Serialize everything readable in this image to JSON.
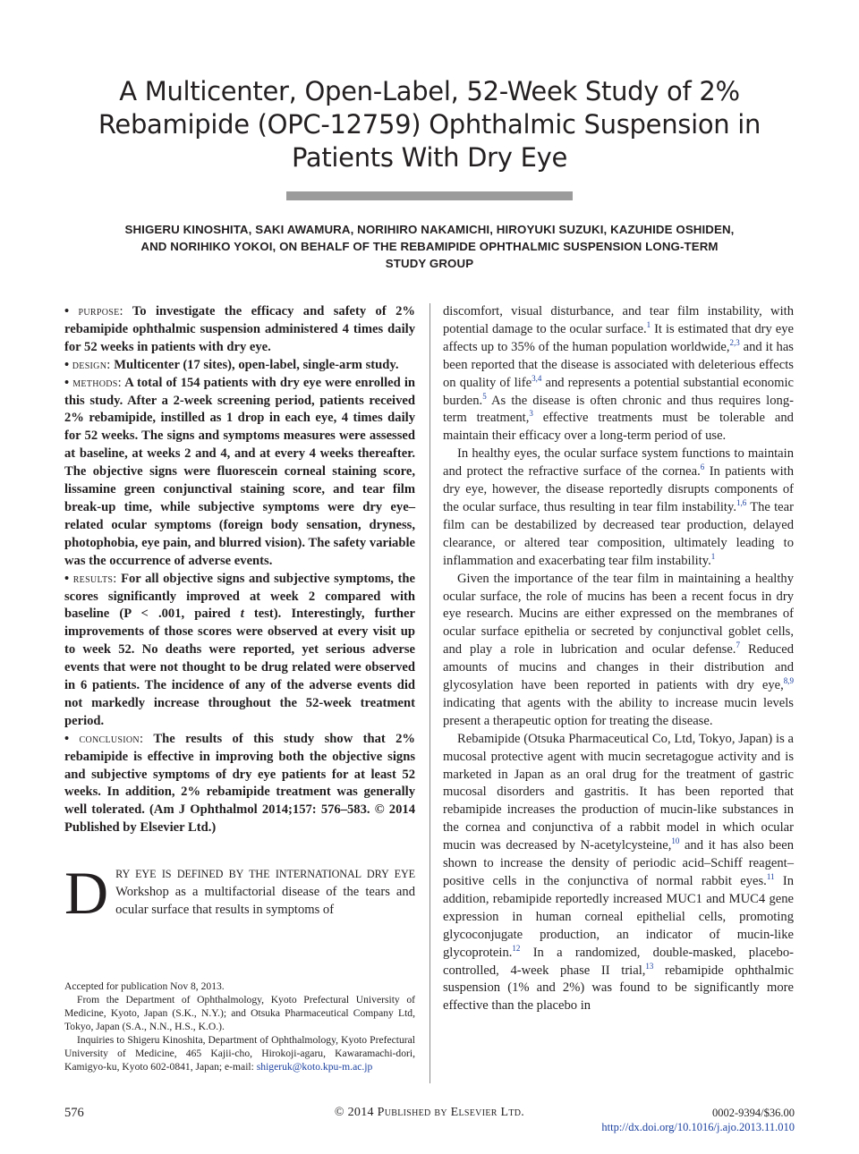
{
  "title_lines": [
    "A Multicenter, Open-Label, 52-Week Study of 2%",
    "Rebamipide (OPC-12759) Ophthalmic Suspension in",
    "Patients With Dry Eye"
  ],
  "authors_lines": [
    "SHIGERU KINOSHITA, SAKI AWAMURA, NORIHIRO NAKAMICHI, HIROYUKI SUZUKI, KAZUHIDE OSHIDEN,",
    "AND NORIHIKO YOKOI, ON BEHALF OF THE REBAMIPIDE OPHTHALMIC SUSPENSION LONG-TERM",
    "STUDY GROUP"
  ],
  "abstract": {
    "purpose_label": "purpose:",
    "purpose_text": "To investigate the efficacy and safety of 2% rebamipide ophthalmic suspension administered 4 times daily for 52 weeks in patients with dry eye.",
    "design_label": "design:",
    "design_text": "Multicenter (17 sites), open-label, single-arm study.",
    "methods_label": "methods:",
    "methods_text": "A total of 154 patients with dry eye were enrolled in this study. After a 2-week screening period, patients received 2% rebamipide, instilled as 1 drop in each eye, 4 times daily for 52 weeks. The signs and symptoms measures were assessed at baseline, at weeks 2 and 4, and at every 4 weeks thereafter. The objective signs were fluorescein corneal staining score, lissamine green conjunctival staining score, and tear film break-up time, while subjective symptoms were dry eye–related ocular symptoms (foreign body sensation, dryness, photophobia, eye pain, and blurred vision). The safety variable was the occurrence of adverse events.",
    "results_label": "results:",
    "results_text_1": "For all objective signs and subjective symptoms, the scores significantly improved at week 2 compared with baseline (P < .001, paired ",
    "results_t": "t",
    "results_text_2": " test). Interestingly, further improvements of those scores were observed at every visit up to week 52. No deaths were reported, yet serious adverse events that were not thought to be drug related were observed in 6 patients. The incidence of any of the adverse events did not markedly increase throughout the 52-week treatment period.",
    "conclusion_label": "conclusion:",
    "conclusion_text": "The results of this study show that 2% rebamipide is effective in improving both the objective signs and subjective symptoms of dry eye patients for at least 52 weeks. In addition, 2% rebamipide treatment was generally well tolerated. (Am J Ophthalmol 2014;157: 576–583. © 2014 Published by Elsevier Ltd.)"
  },
  "intro": {
    "dropcap": "D",
    "caps_run": "RY EYE IS DEFINED BY THE INTERNATIONAL DRY EYE",
    "text": " Workshop as a multifactorial disease of the tears and ocular surface that results in symptoms of"
  },
  "footnotes": {
    "accepted": "Accepted for publication Nov 8, 2013.",
    "from": "From the Department of Ophthalmology, Kyoto Prefectural University of Medicine, Kyoto, Japan (S.K., N.Y.); and Otsuka Pharmaceutical Company Ltd, Tokyo, Japan (S.A., N.N., H.S., K.O.).",
    "inquiries": "Inquiries to Shigeru Kinoshita, Department of Ophthalmology, Kyoto Prefectural University of Medicine, 465 Kajii-cho, Hirokoji-agaru, Kawaramachi-dori, Kamigyo-ku, Kyoto 602-0841, Japan; e-mail: ",
    "email": "shigeruk@koto.kpu-m.ac.jp"
  },
  "right": {
    "p1_a": "discomfort, visual disturbance, and tear film instability, with potential damage to the ocular surface.",
    "p1_s1": "1",
    "p1_b": " It is estimated that dry eye affects up to 35% of the human population worldwide,",
    "p1_s2": "2,3",
    "p1_c": " and it has been reported that the disease is associated with deleterious effects on quality of life",
    "p1_s3": "3,4",
    "p1_d": " and represents a potential substantial economic burden.",
    "p1_s4": "5",
    "p1_e": " As the disease is often chronic and thus requires long-term treatment,",
    "p1_s5": "3",
    "p1_f": " effective treatments must be tolerable and maintain their efficacy over a long-term period of use.",
    "p2_a": "In healthy eyes, the ocular surface system functions to maintain and protect the refractive surface of the cornea.",
    "p2_s1": "6",
    "p2_b": " In patients with dry eye, however, the disease reportedly disrupts components of the ocular surface, thus resulting in tear film instability.",
    "p2_s2": "1,6",
    "p2_c": " The tear film can be destabilized by decreased tear production, delayed clearance, or altered tear composition, ultimately leading to inflammation and exacerbating tear film instability.",
    "p2_s3": "1",
    "p3_a": "Given the importance of the tear film in maintaining a healthy ocular surface, the role of mucins has been a recent focus in dry eye research. Mucins are either expressed on the membranes of ocular surface epithelia or secreted by conjunctival goblet cells, and play a role in lubrication and ocular defense.",
    "p3_s1": "7",
    "p3_b": " Reduced amounts of mucins and changes in their distribution and glycosylation have been reported in patients with dry eye,",
    "p3_s2": "8,9",
    "p3_c": " indicating that agents with the ability to increase mucin levels present a therapeutic option for treating the disease.",
    "p4_a": "Rebamipide (Otsuka Pharmaceutical Co, Ltd, Tokyo, Japan) is a mucosal protective agent with mucin secretagogue activity and is marketed in Japan as an oral drug for the treatment of gastric mucosal disorders and gastritis. It has been reported that rebamipide increases the production of mucin-like substances in the cornea and conjunctiva of a rabbit model in which ocular mucin was decreased by N-acetylcysteine,",
    "p4_s1": "10",
    "p4_b": " and it has also been shown to increase the density of periodic acid–Schiff reagent–positive cells in the conjunctiva of normal rabbit eyes.",
    "p4_s2": "11",
    "p4_c": " In addition, rebamipide reportedly increased MUC1 and MUC4 gene expression in human corneal epithelial cells, promoting glycoconjugate production, an indicator of mucin-like glycoprotein.",
    "p4_s3": "12",
    "p4_d": " In a randomized, double-masked, placebo-controlled, 4-week phase II trial,",
    "p4_s4": "13",
    "p4_e": " rebamipide ophthalmic suspension (1% and 2%) was found to be significantly more effective than the placebo in"
  },
  "footer": {
    "page_number": "576",
    "center": "© 2014 Published by Elsevier Ltd.",
    "issn": "0002-9394/$36.00",
    "doi": "http://dx.doi.org/10.1016/j.ajo.2013.11.010"
  }
}
